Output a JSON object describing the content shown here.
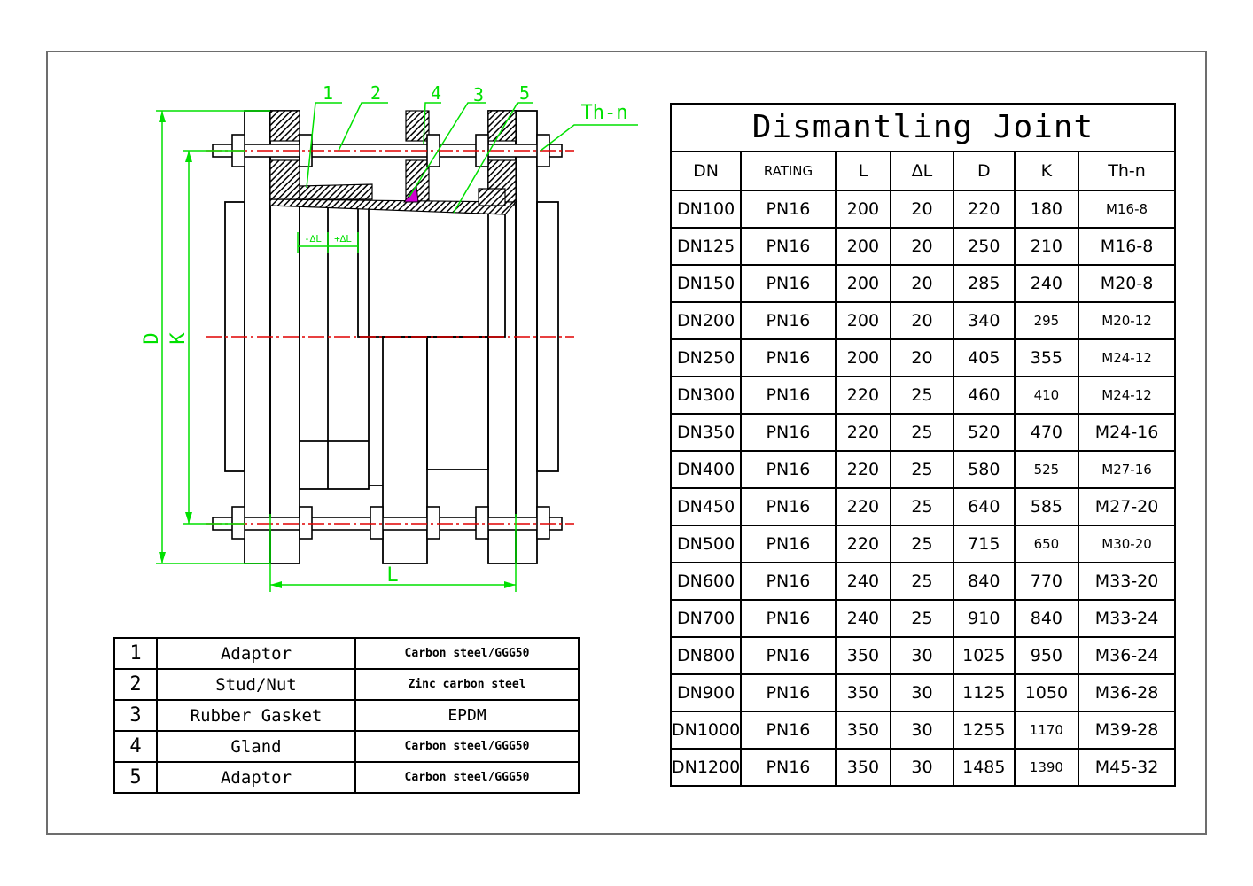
{
  "diagram": {
    "callouts": [
      "1",
      "2",
      "4",
      "3",
      "5"
    ],
    "thread_label": "Th-n",
    "dim_D": "D",
    "dim_K": "K",
    "dim_L": "L",
    "dim_minus_dl": "-∆L",
    "dim_plus_dl": "+∆L",
    "colors": {
      "dimension": "#00e000",
      "centerline": "#e00000",
      "gasket": "#d000d0",
      "outline": "#000000"
    }
  },
  "spec_table": {
    "title": "Dismantling Joint",
    "headers": [
      "DN",
      "RATING",
      "L",
      "∆L",
      "D",
      "K",
      "Th-n"
    ],
    "rows": [
      [
        "DN100",
        "PN16",
        "200",
        "20",
        "220",
        "180",
        "M16-8"
      ],
      [
        "DN125",
        "PN16",
        "200",
        "20",
        "250",
        "210",
        "M16-8"
      ],
      [
        "DN150",
        "PN16",
        "200",
        "20",
        "285",
        "240",
        "M20-8"
      ],
      [
        "DN200",
        "PN16",
        "200",
        "20",
        "340",
        "295",
        "M20-12"
      ],
      [
        "DN250",
        "PN16",
        "200",
        "20",
        "405",
        "355",
        "M24-12"
      ],
      [
        "DN300",
        "PN16",
        "220",
        "25",
        "460",
        "410",
        "M24-12"
      ],
      [
        "DN350",
        "PN16",
        "220",
        "25",
        "520",
        "470",
        "M24-16"
      ],
      [
        "DN400",
        "PN16",
        "220",
        "25",
        "580",
        "525",
        "M27-16"
      ],
      [
        "DN450",
        "PN16",
        "220",
        "25",
        "640",
        "585",
        "M27-20"
      ],
      [
        "DN500",
        "PN16",
        "220",
        "25",
        "715",
        "650",
        "M30-20"
      ],
      [
        "DN600",
        "PN16",
        "240",
        "25",
        "840",
        "770",
        "M33-20"
      ],
      [
        "DN700",
        "PN16",
        "240",
        "25",
        "910",
        "840",
        "M33-24"
      ],
      [
        "DN800",
        "PN16",
        "350",
        "30",
        "1025",
        "950",
        "M36-24"
      ],
      [
        "DN900",
        "PN16",
        "350",
        "30",
        "1125",
        "1050",
        "M36-28"
      ],
      [
        "DN1000",
        "PN16",
        "350",
        "30",
        "1255",
        "1170",
        "M39-28"
      ],
      [
        "DN1200",
        "PN16",
        "350",
        "30",
        "1485",
        "1390",
        "M45-32"
      ]
    ]
  },
  "parts": [
    {
      "no": "1",
      "part": "Adaptor",
      "material": "Carbon steel/GGG50"
    },
    {
      "no": "2",
      "part": "Stud/Nut",
      "material": "Zinc carbon steel"
    },
    {
      "no": "3",
      "part": "Rubber Gasket",
      "material": "EPDM"
    },
    {
      "no": "4",
      "part": "Gland",
      "material": "Carbon steel/GGG50"
    },
    {
      "no": "5",
      "part": "Adaptor",
      "material": "Carbon steel/GGG50"
    }
  ]
}
